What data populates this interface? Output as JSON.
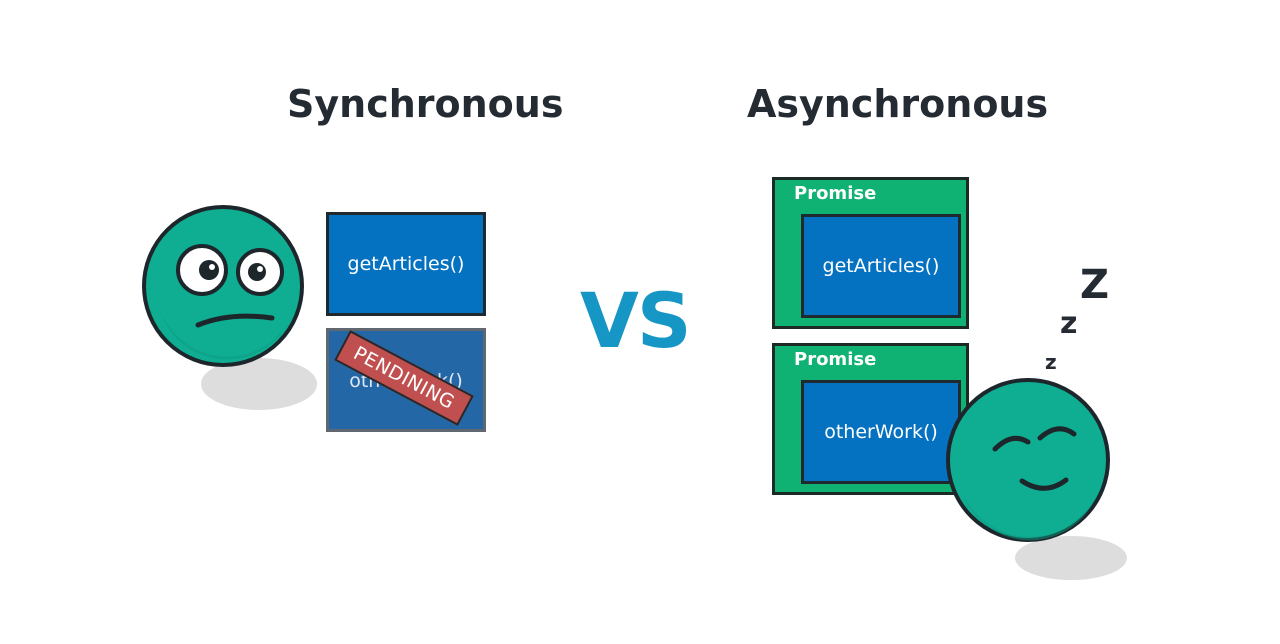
{
  "colors": {
    "face": "#0fae92",
    "face_outline": "#1c262b",
    "function_box": "#0571c1",
    "function_box_blocked": "#2467a6",
    "pending_stamp": "#c05050",
    "promise": "#0fb273",
    "vs": "#1596c4",
    "heading": "#252b33",
    "shadow": "#dddddd"
  },
  "sync": {
    "title": "Synchronous",
    "first_call": "getArticles()",
    "second_call": "otherWork()",
    "stamp": "PENDINING",
    "face": "worried-face-icon"
  },
  "vs_label": "VS",
  "async": {
    "title": "Asynchronous",
    "promises": [
      {
        "label": "Promise",
        "call": "getArticles()"
      },
      {
        "label": "Promise",
        "call": "otherWork()"
      }
    ],
    "sleep": [
      "z",
      "z",
      "Z"
    ],
    "face": "sleeping-face-icon"
  }
}
